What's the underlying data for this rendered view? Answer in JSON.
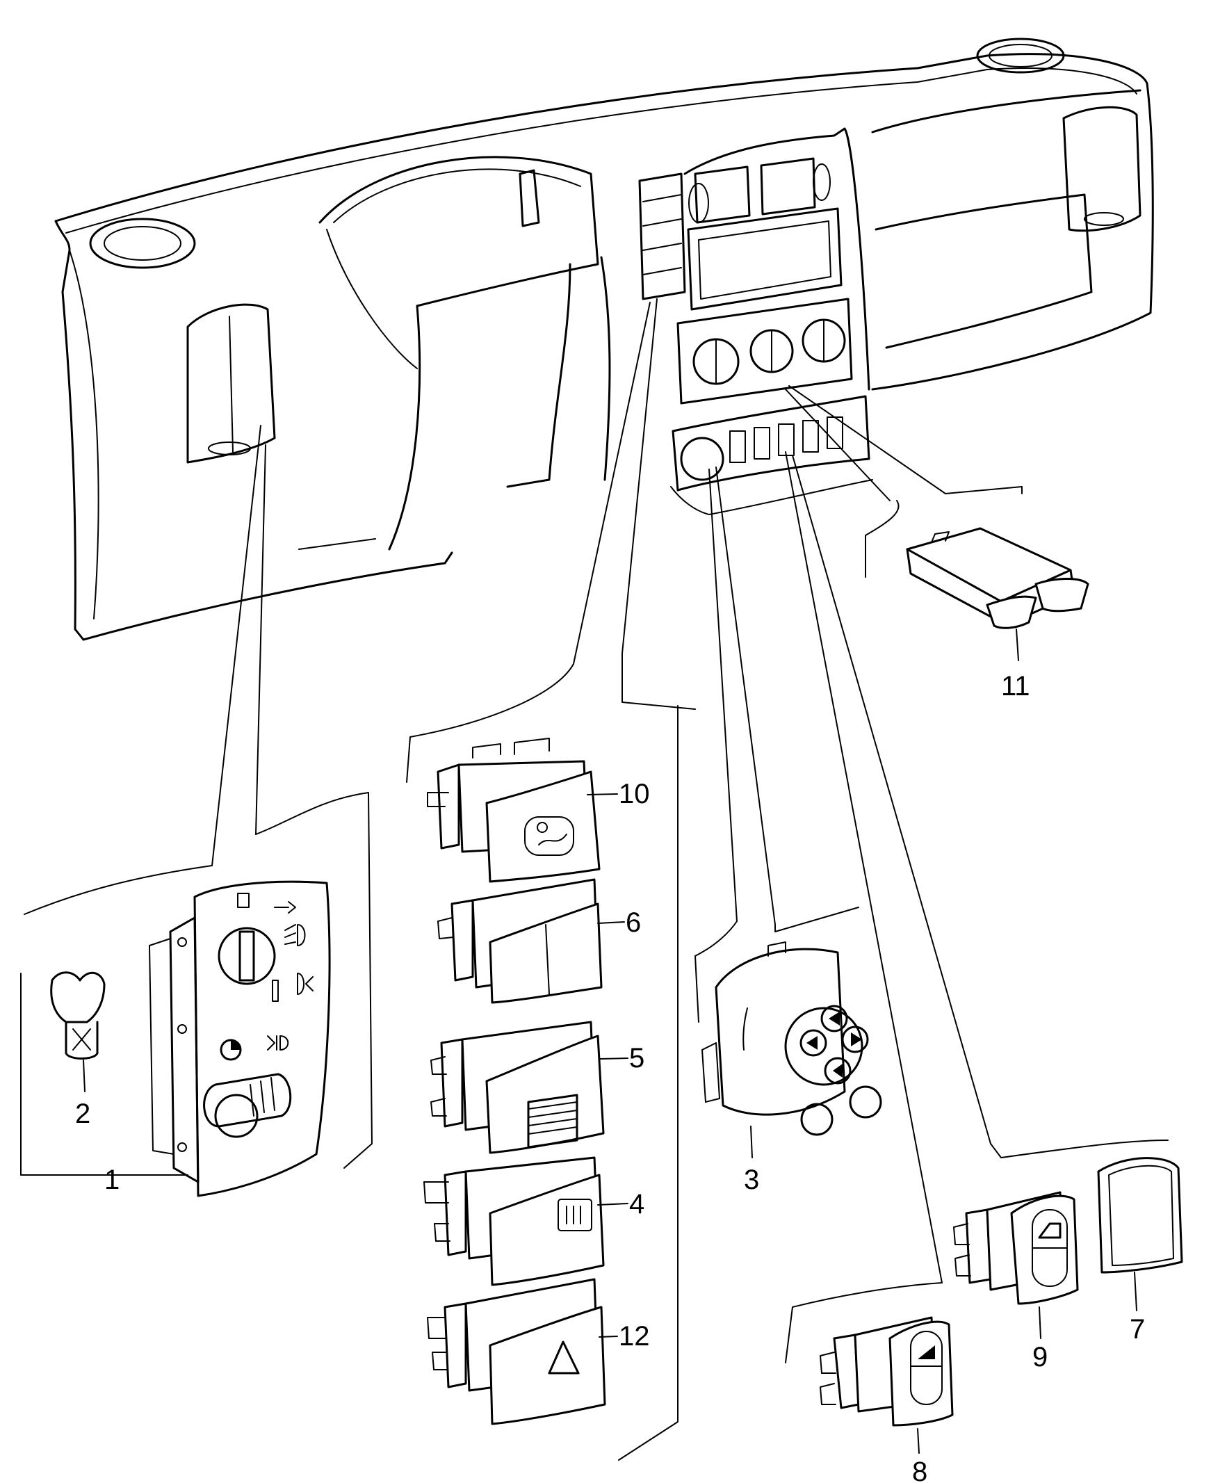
{
  "callouts": [
    {
      "id": "1",
      "label": "1"
    },
    {
      "id": "2",
      "label": "2"
    },
    {
      "id": "3",
      "label": "3"
    },
    {
      "id": "4",
      "label": "4"
    },
    {
      "id": "5",
      "label": "5"
    },
    {
      "id": "6",
      "label": "6"
    },
    {
      "id": "7",
      "label": "7"
    },
    {
      "id": "8",
      "label": "8"
    },
    {
      "id": "9",
      "label": "9"
    },
    {
      "id": "10",
      "label": "10"
    },
    {
      "id": "11",
      "label": "11"
    },
    {
      "id": "12",
      "label": "12"
    }
  ],
  "icons": {
    "light_switch": "light-switch-icon",
    "bulb": "bulb-icon",
    "mirror_adjust": "mirror-adjust-switch-icon",
    "rocker_switch": "rocker-switch-icon",
    "hazard": "hazard-warning-icon",
    "rear_defrost": "rear-window-defroster-icon",
    "window_lift": "window-lift-switch-icon",
    "ventilation": "ventilation-switch-icon"
  }
}
